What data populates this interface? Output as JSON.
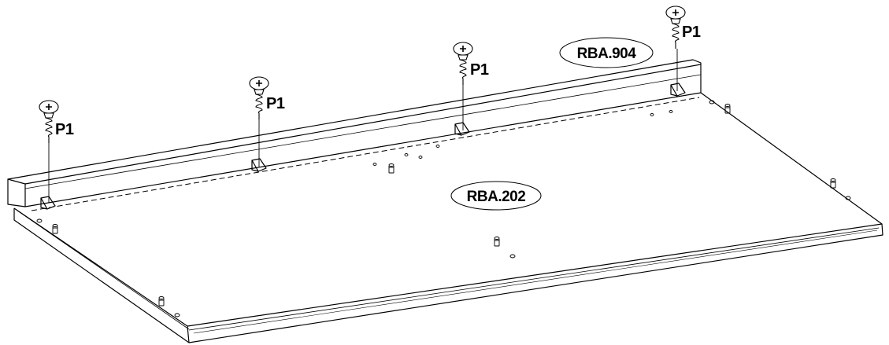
{
  "screw_callouts": [
    {
      "label": "P1"
    },
    {
      "label": "P1"
    },
    {
      "label": "P1"
    },
    {
      "label": "P1"
    }
  ],
  "parts": {
    "back_rail": {
      "code": "RBA.904"
    },
    "base_panel": {
      "code": "RBA.202"
    }
  },
  "line_color": "#000000",
  "background": "#ffffff"
}
